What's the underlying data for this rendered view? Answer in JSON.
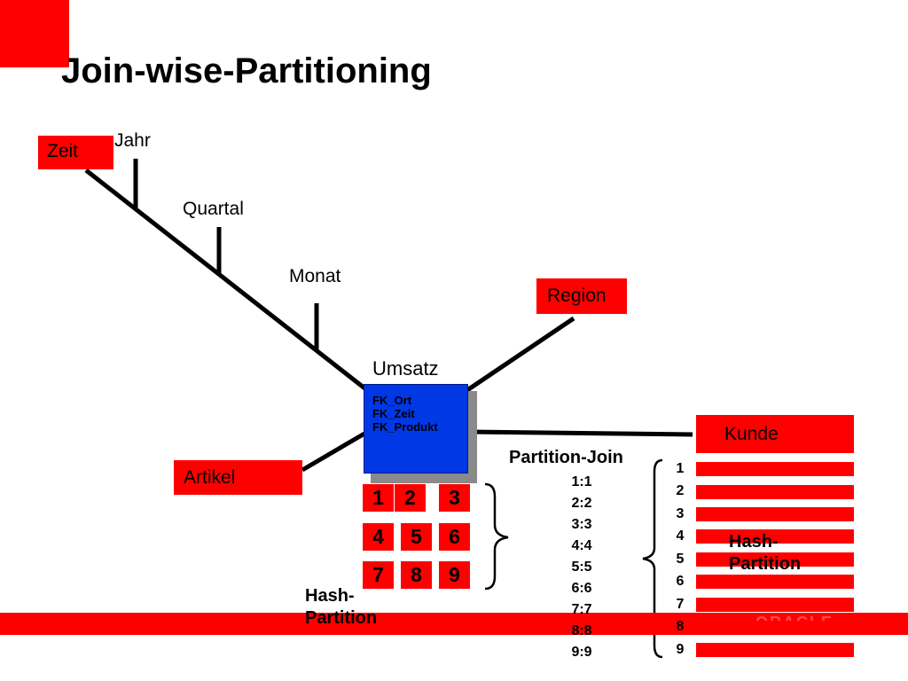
{
  "slide": {
    "title": "Join-wise-Partitioning"
  },
  "dimensions": {
    "zeit": "Zeit",
    "region": "Region",
    "artikel": "Artikel",
    "kunde": "Kunde"
  },
  "hierarchy": {
    "jahr": "Jahr",
    "quartal": "Quartal",
    "monat": "Monat"
  },
  "fact": {
    "title": "Umsatz",
    "fields": [
      "FK_Ort",
      "FK_Zeit",
      "FK_Produkt"
    ]
  },
  "fact_partitions": [
    "1",
    "2",
    "3",
    "4",
    "5",
    "6",
    "7",
    "8",
    "9"
  ],
  "left_hash_label": [
    "Hash-",
    "Partition"
  ],
  "partition_join": {
    "title": "Partition-Join",
    "pairs": [
      "1:1",
      "2:2",
      "3:3",
      "4:4",
      "5:5",
      "6:6",
      "7:7",
      "8:8",
      "9:9"
    ]
  },
  "kunde_partitions": [
    "1",
    "2",
    "3",
    "4",
    "5",
    "6",
    "7",
    "8",
    "9"
  ],
  "right_hash_label": [
    "Hash-",
    "Partition"
  ],
  "colors": {
    "accent_red": "#ff0000",
    "fact_blue": "#0038e6",
    "line_black": "#000000"
  },
  "branding": {
    "logo_text": "ORACLE"
  }
}
